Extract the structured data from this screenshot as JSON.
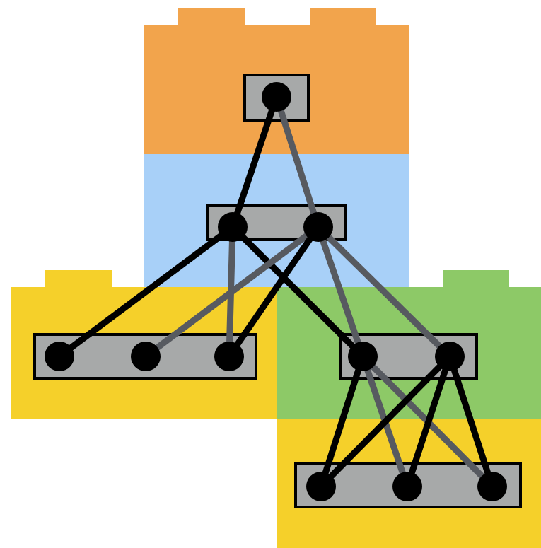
{
  "colors": {
    "orange": "#f2a44c",
    "blue": "#a8d0f8",
    "yellow": "#f5d02a",
    "green": "#8dc967",
    "node_box_fill": "#a7a9a9",
    "node_box_stroke": "#000000",
    "node": "#000000",
    "edge_black": "#000000",
    "edge_gray": "#575a60"
  },
  "blocks": [
    {
      "id": "orange-block",
      "color": "orange"
    },
    {
      "id": "blue-block",
      "color": "blue"
    },
    {
      "id": "yellow-left-block",
      "color": "yellow"
    },
    {
      "id": "green-block",
      "color": "green"
    },
    {
      "id": "yellow-bottom-block",
      "color": "yellow"
    }
  ],
  "node_groups": [
    {
      "id": "top-box",
      "nodes": [
        "n_top"
      ]
    },
    {
      "id": "middle-box",
      "nodes": [
        "n_m1",
        "n_m2"
      ]
    },
    {
      "id": "left-box",
      "nodes": [
        "n_l1",
        "n_l2",
        "n_l3"
      ]
    },
    {
      "id": "right-box",
      "nodes": [
        "n_r1",
        "n_r2"
      ]
    },
    {
      "id": "bottom-box",
      "nodes": [
        "n_b1",
        "n_b2",
        "n_b3"
      ]
    }
  ],
  "edges": [
    {
      "from": "n_top",
      "to": "n_m1",
      "color": "edge_black"
    },
    {
      "from": "n_top",
      "to": "n_m2",
      "color": "edge_gray"
    },
    {
      "from": "n_m1",
      "to": "n_l1",
      "color": "edge_black"
    },
    {
      "from": "n_m1",
      "to": "n_l3",
      "color": "edge_gray"
    },
    {
      "from": "n_m1",
      "to": "n_r1",
      "color": "edge_black"
    },
    {
      "from": "n_m2",
      "to": "n_l2",
      "color": "edge_gray"
    },
    {
      "from": "n_m2",
      "to": "n_l3",
      "color": "edge_black"
    },
    {
      "from": "n_m2",
      "to": "n_r1",
      "color": "edge_gray"
    },
    {
      "from": "n_m2",
      "to": "n_r2",
      "color": "edge_gray"
    },
    {
      "from": "n_r1",
      "to": "n_b1",
      "color": "edge_black"
    },
    {
      "from": "n_r1",
      "to": "n_b2",
      "color": "edge_gray"
    },
    {
      "from": "n_r1",
      "to": "n_b3",
      "color": "edge_gray"
    },
    {
      "from": "n_r2",
      "to": "n_b1",
      "color": "edge_black"
    },
    {
      "from": "n_r2",
      "to": "n_b2",
      "color": "edge_black"
    },
    {
      "from": "n_r2",
      "to": "n_b3",
      "color": "edge_black"
    }
  ]
}
